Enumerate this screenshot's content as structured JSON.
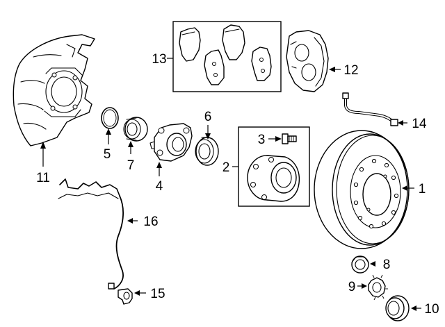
{
  "callouts": {
    "c1": "1",
    "c2": "2",
    "c3": "3",
    "c4": "4",
    "c5": "5",
    "c6": "6",
    "c7": "7",
    "c8": "8",
    "c9": "9",
    "c10": "10",
    "c11": "11",
    "c12": "12",
    "c13": "13",
    "c14": "14",
    "c15": "15",
    "c16": "16"
  },
  "colors": {
    "ink": "#000000",
    "background": "#ffffff"
  },
  "icons": {
    "part-1": "brake-rotor",
    "part-2": "hub-assembly",
    "part-3": "hub-bolt",
    "part-4": "steering-knuckle",
    "part-5": "snap-ring",
    "part-6": "oil-seal",
    "part-7": "bearing",
    "part-8": "lug-nut",
    "part-9": "lock-nut",
    "part-10": "grease-cap",
    "part-11": "dust-shield",
    "part-12": "brake-caliper",
    "part-13": "brake-pads",
    "part-14": "brake-hose",
    "part-15": "speed-sensor",
    "part-16": "sensor-harness"
  }
}
